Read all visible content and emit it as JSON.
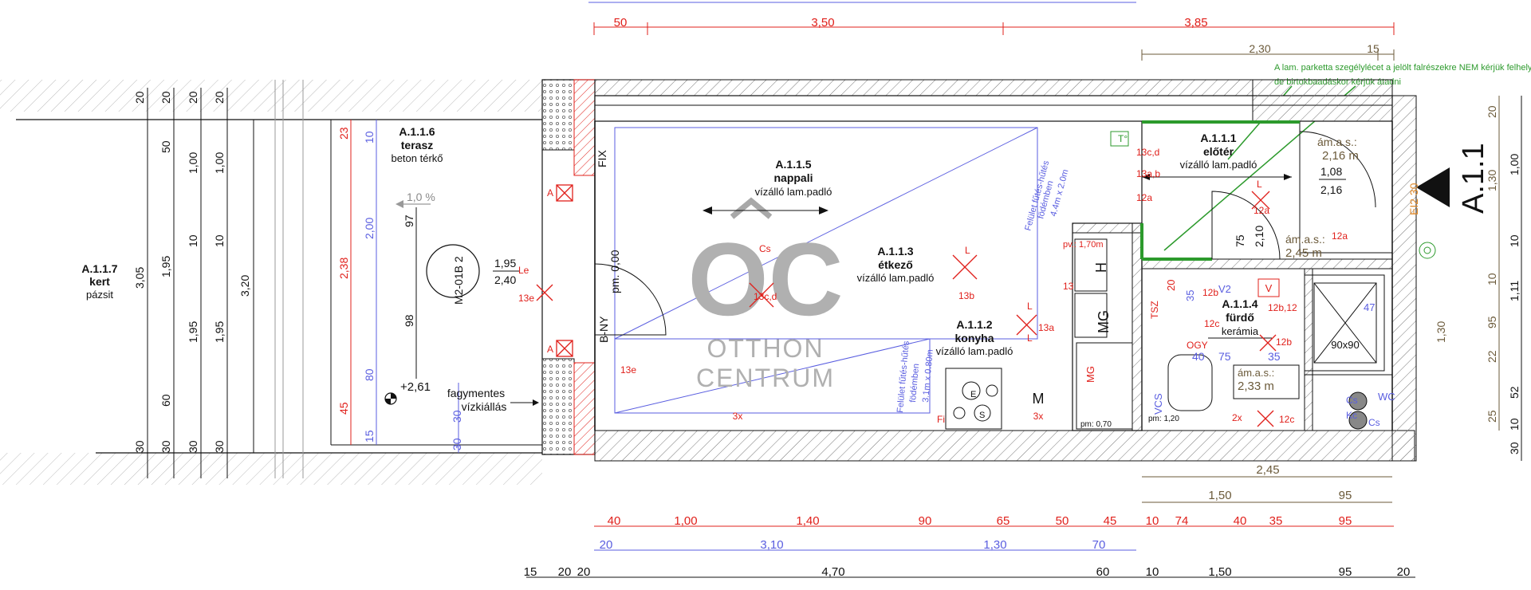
{
  "top_dims_red": [
    "50",
    "3,50",
    "3,85"
  ],
  "top_dims_brown": [
    "2,30",
    "15"
  ],
  "note": [
    "A lam. parketta szegélylécet a jelölt falrészekre NEM kérjük felhely",
    "de birtokbaadáskor kérjük átadni"
  ],
  "rooms": {
    "kert": {
      "id": "A.1.1.7",
      "name": "kert",
      "floor": "pázsit"
    },
    "terasz": {
      "id": "A.1.1.6",
      "name": "terasz",
      "floor": "beton térkő"
    },
    "nappali": {
      "id": "A.1.1.5",
      "name": "nappali",
      "floor": "vízálló lam.padló"
    },
    "etkezo": {
      "id": "A.1.1.3",
      "name": "étkező",
      "floor": "vízálló lam.padló"
    },
    "konyha": {
      "id": "A.1.1.2",
      "name": "konyha",
      "floor": "vízálló lam.padló"
    },
    "eloter": {
      "id": "A.1.1.1",
      "name": "előtér",
      "floor": "vízálló lam.padló"
    },
    "furdo": {
      "id": "A.1.1.4",
      "name": "fürdő",
      "floor": "kerámia"
    }
  },
  "labels": {
    "slope": "1,0 %",
    "window_tag": "M2-01B 2",
    "win_w": "1,95",
    "win_h": "2,40",
    "level": "+2,61",
    "tap": [
      "fagymentes",
      "vízkiállás"
    ],
    "fix": "FIX",
    "bny": "B-NY",
    "pm": "pm. 0,00",
    "heating1": [
      "Felület fűtés-hűtés",
      "födémben",
      "4.4m x 2.0m"
    ],
    "heating2": [
      "Felület fűtés-hűtés",
      "födémben",
      "3.1m x 0.80m"
    ],
    "am1": [
      "ám.a.s.:",
      "2,16 m"
    ],
    "am2": [
      "ám.a.s.:",
      "2,45 m"
    ],
    "am3": [
      "ám.a.s.:",
      "2,33 m"
    ],
    "door1": [
      "1,08",
      "2,16"
    ],
    "door2": [
      "75",
      "2,10"
    ],
    "h_mark": "H",
    "mg_mark": "MG",
    "m_mark": "M",
    "x3": "3x",
    "x2": "2x",
    "shower": "90x90",
    "wc": "WC",
    "cs": "Cs",
    "kc": "Kc",
    "v2": "V2",
    "v": "V",
    "ogy": "OGY",
    "vcs": "VCS",
    "tsz": "TSZ",
    "pv": "pv.: 1,70m",
    "pm120": "pm: 1,20",
    "pm070": "pm: 0,70",
    "codes": [
      "13c,d",
      "13a,b",
      "12a",
      "12a",
      "13",
      "13b",
      "13a",
      "13e",
      "13e",
      "12b",
      "12c",
      "12b,12",
      "12b",
      "12c",
      "12a",
      "Cs",
      "13c,d",
      "L",
      "L",
      "L",
      "L",
      "T°",
      "Le",
      "A",
      "A",
      "Fi",
      "E",
      "S",
      "47",
      "40",
      "75",
      "35",
      "35",
      "20"
    ],
    "section": "A.1.1",
    "ei": "EI2 30"
  },
  "left_dims": [
    "20",
    "20",
    "20",
    "20",
    "50",
    "1,00",
    "1,00",
    "3,05",
    "1,95",
    "10",
    "10",
    "1,95",
    "1,95",
    "60",
    "30",
    "30",
    "30",
    "30",
    "3,20",
    "23",
    "2,38",
    "45",
    "10",
    "2,00",
    "80",
    "15",
    "97",
    "98",
    "30",
    "30"
  ],
  "right_dims": [
    "20",
    "1,00",
    "1,30",
    "10",
    "1,11",
    "10",
    "95",
    "1,30",
    "22",
    "52",
    "25",
    "10",
    "30"
  ],
  "bottom_brown": [
    "2,45",
    "1,50",
    "95"
  ],
  "bottom_red": [
    "40",
    "1,00",
    "1,40",
    "90",
    "65",
    "50",
    "45",
    "10",
    "74",
    "40",
    "35",
    "95"
  ],
  "bottom_blue": [
    "20",
    "3,10",
    "1,30",
    "70"
  ],
  "bottom_black": [
    "15",
    "20",
    "20",
    "4,70",
    "60",
    "10",
    "1,50",
    "95",
    "20"
  ],
  "logo": {
    "letters": "OC",
    "line1": "OTTHON",
    "line2": "CENTRUM"
  }
}
